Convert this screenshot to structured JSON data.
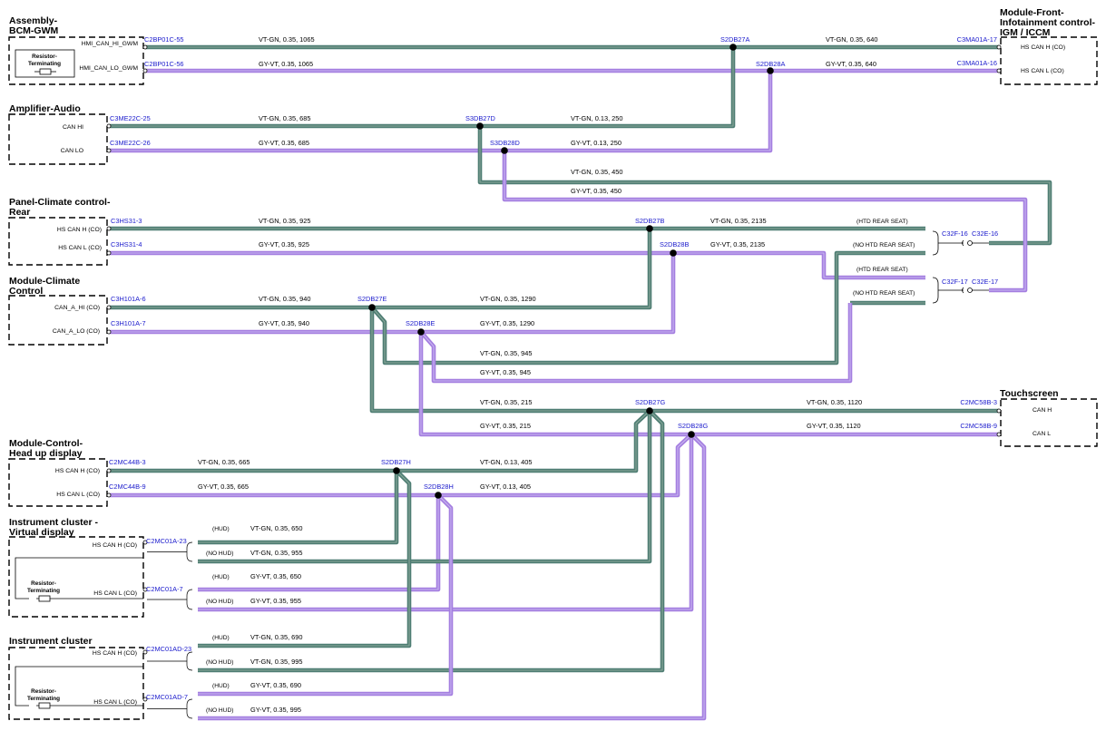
{
  "colors": {
    "can_high": "#4e7d73",
    "can_low": "#a47ee0",
    "connector_label": "#1a1acc"
  },
  "modules": {
    "bcm": {
      "title1": "Assembly-",
      "title2": "BCM-GWM",
      "pin_hi": "HMI_CAN_HI_GWM",
      "pin_lo": "HMI_CAN_LO_GWM",
      "resistor1": "Resistor-",
      "resistor2": "Terminating"
    },
    "infotainment": {
      "title1": "Module-Front-",
      "title2": "Infotainment control-",
      "title3": "IGM / ICCM",
      "pin_hi": "HS CAN H (CO)",
      "pin_lo": "HS CAN L (CO)"
    },
    "amplifier": {
      "title1": "Amplifier-Audio",
      "pin_hi": "CAN HI",
      "pin_lo": "CAN LO"
    },
    "climate_rear": {
      "title1": "Panel-Climate control-",
      "title2": "Rear",
      "pin_hi": "HS CAN H (CO)",
      "pin_lo": "HS CAN L (CO)"
    },
    "climate": {
      "title1": "Module-Climate",
      "title2": "Control",
      "pin_hi": "CAN_A_HI (CO)",
      "pin_lo": "CAN_A_LO (CO)"
    },
    "touchscreen": {
      "title1": "Touchscreen",
      "pin_hi": "CAN H",
      "pin_lo": "CAN L"
    },
    "hud": {
      "title1": "Module-Control-",
      "title2": "Head up display",
      "pin_hi": "HS CAN H (CO)",
      "pin_lo": "HS CAN L (CO)"
    },
    "ic_virtual": {
      "title1": "Instrument cluster -",
      "title2": "Virtual display",
      "pin_hi": "HS CAN H (CO)",
      "pin_lo": "HS CAN L (CO)",
      "resistor1": "Resistor-",
      "resistor2": "Terminating"
    },
    "ic": {
      "title1": "Instrument cluster",
      "pin_hi": "HS CAN H (CO)",
      "pin_lo": "HS CAN L (CO)",
      "resistor1": "Resistor-",
      "resistor2": "Terminating"
    }
  },
  "connectors": {
    "c2bp01c55": "C2BP01C-55",
    "c2bp01c56": "C2BP01C-56",
    "c3ma01a17": "C3MA01A-17",
    "c3ma01a16": "C3MA01A-16",
    "c3me22c25": "C3ME22C-25",
    "c3me22c26": "C3ME22C-26",
    "c3hs313": "C3HS31-3",
    "c3hs314": "C3HS31-4",
    "c3h101a6": "C3H101A-6",
    "c3h101a7": "C3H101A-7",
    "c2mc58b3": "C2MC58B-3",
    "c2mc58b9": "C2MC58B-9",
    "c2mc44b3": "C2MC44B-3",
    "c2mc44b9": "C2MC44B-9",
    "c2mc01a23": "C2MC01A-23",
    "c2mc01a7": "C2MC01A-7",
    "c2mc01ad23": "C2MC01AD-23",
    "c2mc01ad7": "C2MC01AD-7",
    "c32f16": "C32F-16",
    "c32e16": "C32E-16",
    "c32f17": "C32F-17",
    "c32e17": "C32E-17"
  },
  "splices": {
    "s2db27a": "S2DB27A",
    "s2db28a": "S2DB28A",
    "s3db27d": "S3DB27D",
    "s3db28d": "S3DB28D",
    "s2db27b": "S2DB27B",
    "s2db28b": "S2DB28B",
    "s2db27e": "S2DB27E",
    "s2db28e": "S2DB28E",
    "s2db27g": "S2DB27G",
    "s2db28g": "S2DB28G",
    "s2db27h": "S2DB27H",
    "s2db28h": "S2DB28H"
  },
  "wires": {
    "w1": "VT-GN,  0.35,  1065",
    "w2": "GY-VT,  0.35,  1065",
    "w3": "VT-GN,  0.35,  640",
    "w4": "GY-VT,  0.35,  640",
    "w5": "VT-GN,  0.35,  685",
    "w6": "GY-VT,  0.35,  685",
    "w7": "VT-GN,  0.13,  250",
    "w8": "GY-VT,  0.13,  250",
    "w9": "VT-GN,  0.35,  450",
    "w10": "GY-VT,  0.35,  450",
    "w11": "VT-GN,  0.35,  925",
    "w12": "GY-VT,  0.35,  925",
    "w13": "VT-GN,  0.35,  2135",
    "w14": "GY-VT,  0.35,  2135",
    "w15": "VT-GN,  0.35,  940",
    "w16": "GY-VT,  0.35,  940",
    "w17": "VT-GN,  0.35,  1290",
    "w18": "GY-VT,  0.35,  1290",
    "w19": "VT-GN,  0.35,  945",
    "w20": "GY-VT,  0.35,  945",
    "w21": "VT-GN,  0.35,  215",
    "w22": "GY-VT,  0.35,  215",
    "w23": "VT-GN,  0.35,  1120",
    "w24": "GY-VT,  0.35,  1120",
    "w25": "VT-GN,  0.35,  665",
    "w26": "GY-VT,  0.35,  665",
    "w27": "VT-GN,  0.13,  405",
    "w28": "GY-VT,  0.13,  405",
    "w29": "VT-GN,  0.35,  650",
    "w30": "VT-GN,  0.35,  955",
    "w31": "GY-VT,  0.35,  650",
    "w32": "GY-VT,  0.35,  955",
    "w33": "VT-GN,  0.35,  690",
    "w34": "VT-GN,  0.35,  995",
    "w35": "GY-VT,  0.35,  690",
    "w36": "GY-VT,  0.35,  995"
  },
  "options": {
    "htd_rear_seat": "(HTD REAR SEAT)",
    "no_htd_rear_seat": "(NO HTD REAR SEAT)",
    "hud": "(HUD)",
    "no_hud": "(NO HUD)"
  }
}
